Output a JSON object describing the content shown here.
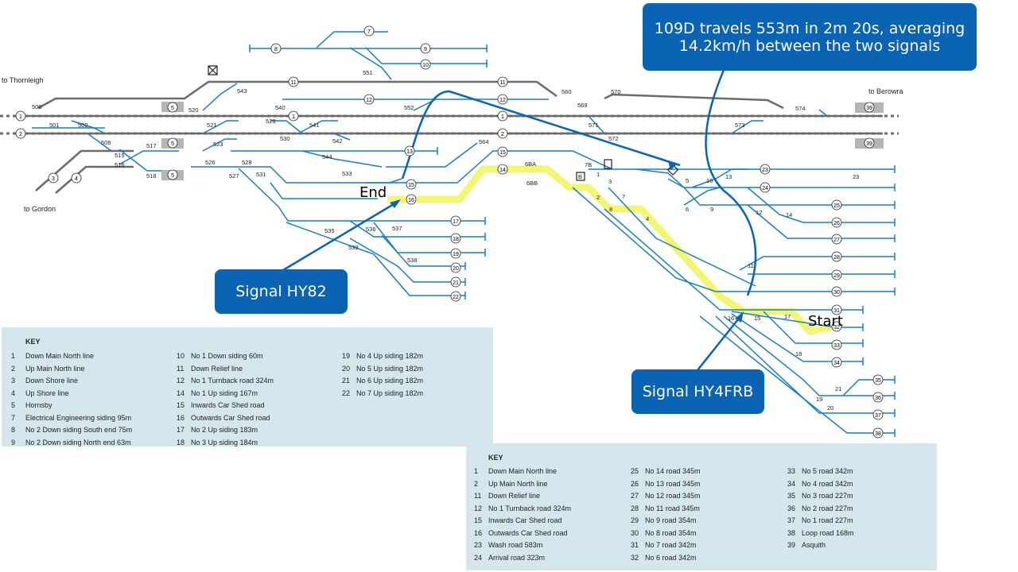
{
  "place_labels": {
    "thornleigh": "to Thornleigh",
    "berowra": "to Berowra",
    "gordon": "to Gordon"
  },
  "track_numbers": [
    "1",
    "2",
    "3",
    "4",
    "5",
    "7",
    "8",
    "9",
    "10",
    "11",
    "12",
    "14",
    "15",
    "16",
    "17",
    "18",
    "19",
    "20",
    "21",
    "22",
    "23",
    "24",
    "25",
    "26",
    "27",
    "28",
    "29",
    "30",
    "31",
    "32",
    "33",
    "34",
    "35",
    "36",
    "37",
    "38",
    "39"
  ],
  "point_labels": [
    "500",
    "501",
    "502",
    "508",
    "515",
    "516",
    "517",
    "518",
    "520",
    "521",
    "523",
    "526",
    "527",
    "528",
    "529",
    "530",
    "531",
    "533",
    "535",
    "536",
    "537",
    "538",
    "539",
    "540",
    "541",
    "542",
    "543",
    "544",
    "551",
    "552",
    "560",
    "564",
    "569",
    "570",
    "571",
    "572",
    "573",
    "574",
    "6BA",
    "6BB",
    "7B",
    "B",
    "1",
    "2",
    "3",
    "4",
    "5",
    "6",
    "7",
    "8",
    "9",
    "10",
    "11",
    "12",
    "13",
    "14",
    "15",
    "16",
    "17",
    "18",
    "19",
    "20",
    "21",
    "23"
  ],
  "callouts": {
    "travel": {
      "line1": "109D travels 553m in 2m 20s, averaging",
      "line2": "14.2km/h between the two signals"
    },
    "hy82": "Signal HY82",
    "hy4frb": "Signal HY4FRB"
  },
  "route_labels": {
    "end": "End",
    "start": "Start"
  },
  "key1": {
    "title": "KEY",
    "items": [
      {
        "n": "1",
        "t": "Down Main North line"
      },
      {
        "n": "2",
        "t": "Up Main North line"
      },
      {
        "n": "3",
        "t": "Down Shore line"
      },
      {
        "n": "4",
        "t": "Up Shore line"
      },
      {
        "n": "5",
        "t": "Hornsby"
      },
      {
        "n": "7",
        "t": "Electrical Engineering siding 95m"
      },
      {
        "n": "8",
        "t": "No 2 Down siding South end 75m"
      },
      {
        "n": "9",
        "t": "No 2 Down siding North end 63m"
      },
      {
        "n": "10",
        "t": "No 1 Down siding 60m"
      },
      {
        "n": "11",
        "t": "Down Relief line"
      },
      {
        "n": "12",
        "t": "No 1 Turnback road 324m"
      },
      {
        "n": "14",
        "t": "No 1 Up siding 167m"
      },
      {
        "n": "15",
        "t": "Inwards Car Shed road"
      },
      {
        "n": "16",
        "t": "Outwards Car Shed road"
      },
      {
        "n": "17",
        "t": "No 2 Up siding 183m"
      },
      {
        "n": "18",
        "t": "No 3 Up siding 184m"
      },
      {
        "n": "19",
        "t": "No 4 Up siding 182m"
      },
      {
        "n": "20",
        "t": "No 5 Up siding 182m"
      },
      {
        "n": "21",
        "t": "No 6 Up siding 182m"
      },
      {
        "n": "22",
        "t": "No 7 Up siding 182m"
      }
    ]
  },
  "key2": {
    "title": "KEY",
    "items": [
      {
        "n": "1",
        "t": "Down Main North line"
      },
      {
        "n": "2",
        "t": "Up Main North line"
      },
      {
        "n": "11",
        "t": "Down Relief line"
      },
      {
        "n": "12",
        "t": "No 1 Turnback road 324m"
      },
      {
        "n": "15",
        "t": "Inwards Car Shed road"
      },
      {
        "n": "16",
        "t": "Outwards Car Shed road"
      },
      {
        "n": "23",
        "t": "Wash road 583m"
      },
      {
        "n": "24",
        "t": "Arrival road 323m"
      },
      {
        "n": "25",
        "t": "No 14 road 345m"
      },
      {
        "n": "26",
        "t": "No 13 road 345m"
      },
      {
        "n": "27",
        "t": "No 12 road 345m"
      },
      {
        "n": "28",
        "t": "No 11 road 345m"
      },
      {
        "n": "29",
        "t": "No 9 road 354m"
      },
      {
        "n": "30",
        "t": "No 8 road 354m"
      },
      {
        "n": "31",
        "t": "No 7 road 342m"
      },
      {
        "n": "32",
        "t": "No 6 road 342m"
      },
      {
        "n": "33",
        "t": "No 5 road 342m"
      },
      {
        "n": "34",
        "t": "No 4 road 342m"
      },
      {
        "n": "35",
        "t": "No 3 road 227m"
      },
      {
        "n": "36",
        "t": "No 2 road 227m"
      },
      {
        "n": "37",
        "t": "No 1 road 227m"
      },
      {
        "n": "38",
        "t": "Loop road 168m"
      },
      {
        "n": "39",
        "t": "Asquith"
      }
    ]
  },
  "colors": {
    "track_blue": "#1a7fc0",
    "track_grey": "#6b6b6b",
    "highlight": "#f0f55a",
    "callout_blue": "#0a63b3",
    "key_bg": "#d5e6ec"
  }
}
